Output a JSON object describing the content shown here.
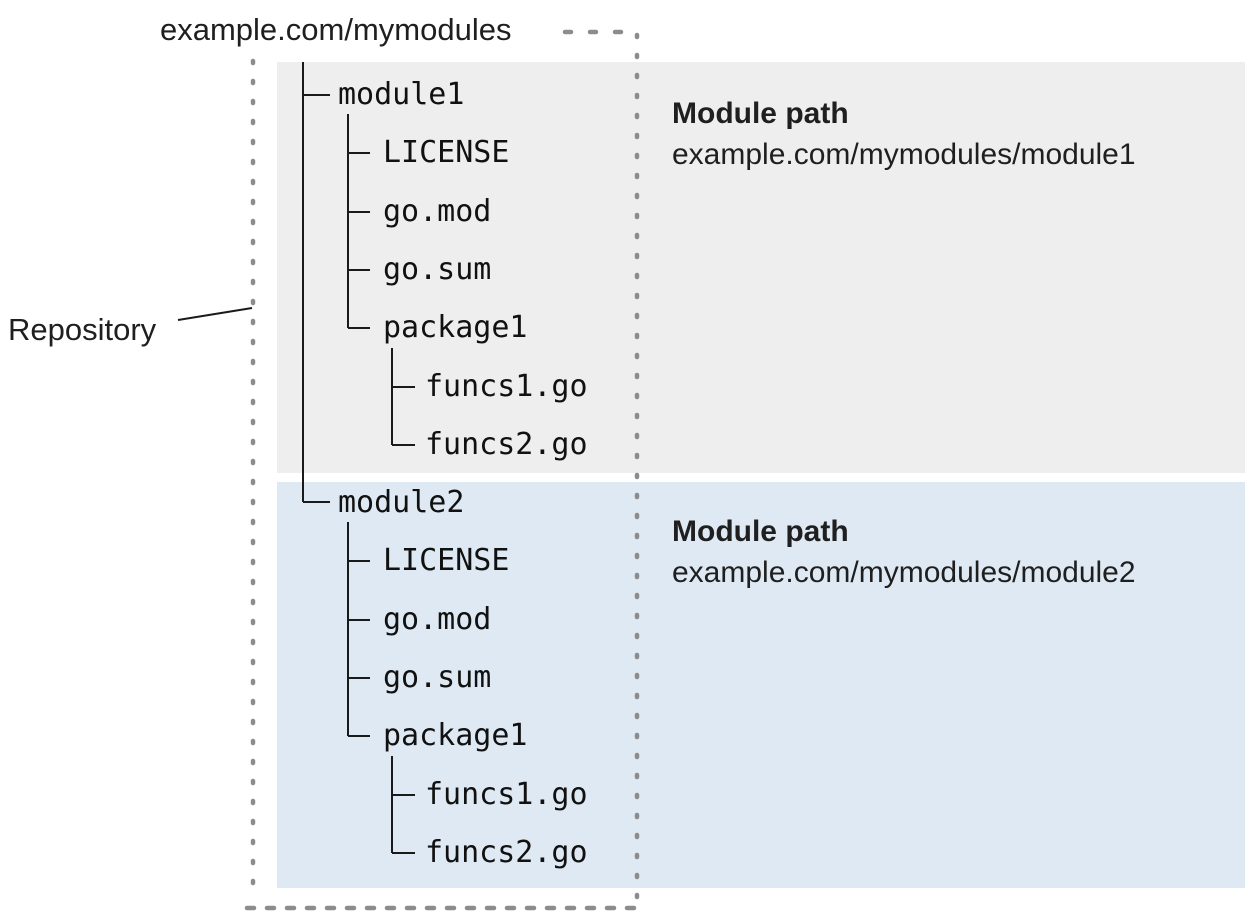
{
  "title": "example.com/mymodules",
  "repository_label": "Repository",
  "modules": [
    {
      "name": "module1",
      "path_label": "Module path",
      "path": "example.com/mymodules/module1",
      "files": [
        "LICENSE",
        "go.mod",
        "go.sum",
        "package1"
      ],
      "package_name": "package1",
      "package_files": [
        "funcs1.go",
        "funcs2.go"
      ]
    },
    {
      "name": "module2",
      "path_label": "Module path",
      "path": "example.com/mymodules/module2",
      "files": [
        "LICENSE",
        "go.mod",
        "go.sum",
        "package1"
      ],
      "package_name": "package1",
      "package_files": [
        "funcs1.go",
        "funcs2.go"
      ]
    }
  ],
  "colors": {
    "module1_bg": "#eeeeee",
    "module2_bg": "#dfe9f3",
    "repo_border_dots": "#8c8c8c",
    "tree_line": "#1a1a1a"
  }
}
